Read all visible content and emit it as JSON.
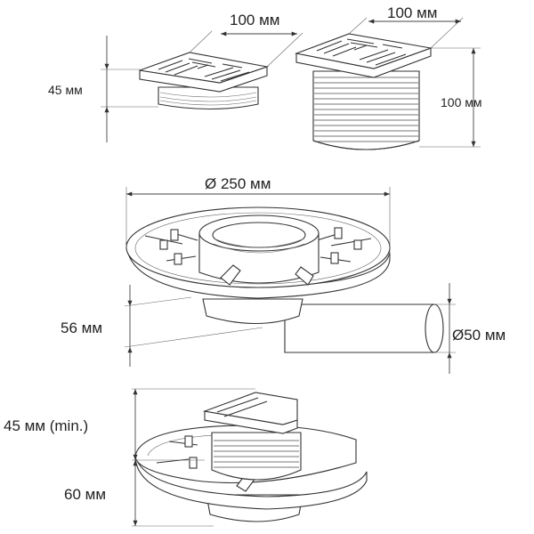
{
  "labels": {
    "grate_small_width": "100 мм",
    "grate_large_width": "100 мм",
    "grate_small_height": "45 мм",
    "grate_large_height": "100 мм",
    "body_diameter": "Ø 250 мм",
    "body_height": "56 мм",
    "outlet_diameter": "Ø50 мм",
    "assembly_top": "45 мм (min.)",
    "assembly_bottom": "60 мм"
  }
}
